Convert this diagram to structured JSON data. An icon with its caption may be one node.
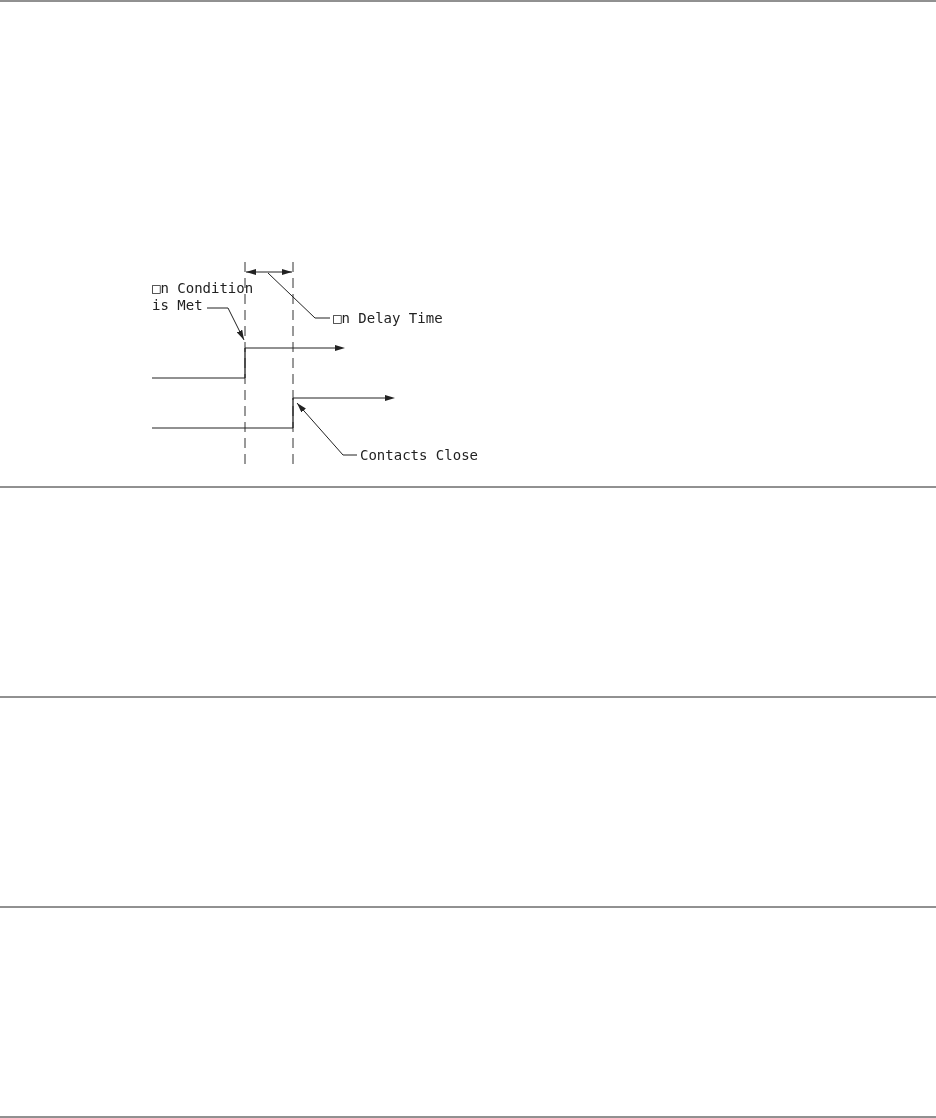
{
  "diagram": {
    "nodes": [
      {
        "text": [
          "□n Condition is Met"
        ]
      },
      {
        "text": [],
        "shape": "line"
      },
      {
        "text": [
          "□n Delay Time"
        ]
      },
      {
        "text": [],
        "shape": "line"
      },
      {
        "text": [
          "Contacts Close"
        ]
      },
      {
        "text": [],
        "shape": "line"
      }
    ],
    "edges": [
      {
        "from": 0,
        "to": 1,
        "arrow": "to"
      },
      {
        "from": 2,
        "to": 3,
        "arrow": "none"
      },
      {
        "from": 4,
        "to": 5,
        "arrow": "to"
      }
    ]
  }
}
